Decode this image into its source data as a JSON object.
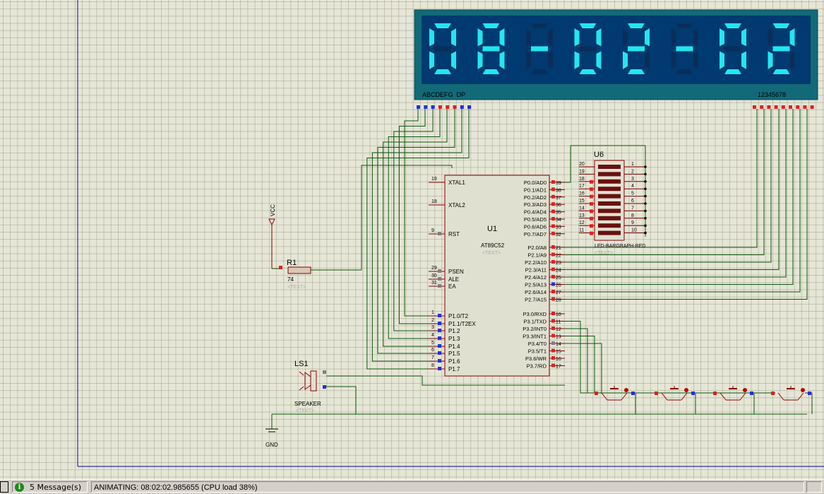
{
  "display": {
    "digits": [
      "0",
      "8",
      "-",
      "0",
      "2",
      "-",
      "0",
      "2"
    ],
    "segment_label": "ABCDEFG  DP",
    "common_label": "12345678"
  },
  "mcu": {
    "ref": "U1",
    "part": "AT89C52",
    "text_placeholder": "<TEXT>",
    "left_pins": [
      {
        "num": "19",
        "name": "XTAL1"
      },
      {
        "num": "18",
        "name": "XTAL2"
      },
      {
        "num": "9",
        "name": "RST"
      },
      {
        "num": "29",
        "name": "PSEN"
      },
      {
        "num": "30",
        "name": "ALE"
      },
      {
        "num": "31",
        "name": "EA"
      },
      {
        "num": "1",
        "name": "P1.0/T2"
      },
      {
        "num": "2",
        "name": "P1.1/T2EX"
      },
      {
        "num": "3",
        "name": "P1.2"
      },
      {
        "num": "4",
        "name": "P1.3"
      },
      {
        "num": "5",
        "name": "P1.4"
      },
      {
        "num": "6",
        "name": "P1.5"
      },
      {
        "num": "7",
        "name": "P1.6"
      },
      {
        "num": "8",
        "name": "P1.7"
      }
    ],
    "right_pins": [
      {
        "num": "39",
        "name": "P0.0/AD0"
      },
      {
        "num": "38",
        "name": "P0.1/AD1"
      },
      {
        "num": "37",
        "name": "P0.2/AD2"
      },
      {
        "num": "36",
        "name": "P0.3/AD3"
      },
      {
        "num": "35",
        "name": "P0.4/AD4"
      },
      {
        "num": "34",
        "name": "P0.5/AD5"
      },
      {
        "num": "33",
        "name": "P0.6/AD6"
      },
      {
        "num": "32",
        "name": "P0.7/AD7"
      },
      {
        "num": "21",
        "name": "P2.0/A8"
      },
      {
        "num": "22",
        "name": "P2.1/A9"
      },
      {
        "num": "23",
        "name": "P2.2/A10"
      },
      {
        "num": "24",
        "name": "P2.3/A11"
      },
      {
        "num": "25",
        "name": "P2.4/A12"
      },
      {
        "num": "26",
        "name": "P2.5/A13"
      },
      {
        "num": "27",
        "name": "P2.6/A14"
      },
      {
        "num": "28",
        "name": "P2.7/A15"
      },
      {
        "num": "10",
        "name": "P3.0/RXD"
      },
      {
        "num": "11",
        "name": "P3.1/TXD"
      },
      {
        "num": "12",
        "name": "P3.2/INT0"
      },
      {
        "num": "13",
        "name": "P3.3/INT1"
      },
      {
        "num": "14",
        "name": "P3.4/T0"
      },
      {
        "num": "15",
        "name": "P3.5/T1"
      },
      {
        "num": "16",
        "name": "P3.6/WR"
      },
      {
        "num": "17",
        "name": "P3.7/RD"
      }
    ]
  },
  "bargraph": {
    "ref": "U6",
    "part": "LED-BARGRAPH-RED",
    "text_placeholder": "<TEXT>",
    "left_pins": [
      "20",
      "19",
      "18",
      "17",
      "16",
      "15",
      "14",
      "13",
      "12",
      "11"
    ],
    "right_pins": [
      "1",
      "2",
      "3",
      "4",
      "5",
      "6",
      "7",
      "8",
      "9",
      "10"
    ]
  },
  "resistor": {
    "ref": "R1",
    "value": "74",
    "text_placeholder": "<TEXT>"
  },
  "speaker": {
    "ref": "LS1",
    "part": "SPEAKER",
    "text_placeholder": "<TEXT>"
  },
  "power": {
    "vcc": "VCC",
    "gnd": "GND"
  },
  "status": {
    "messages": "5 Message(s)",
    "animating": "ANIMATING: 08:02:02.985655 (CPU load 38%)"
  },
  "colors": {
    "wire": "#0a5a0a",
    "component": "#8b0000",
    "display_bg": "#003a70",
    "display_frame": "#126a78",
    "segment_on": "#22e6f0",
    "segment_off": "#0a2e5a",
    "pin_active": "#e02020",
    "pin_low": "#2030e0",
    "sheet_border": "#3030a0"
  }
}
